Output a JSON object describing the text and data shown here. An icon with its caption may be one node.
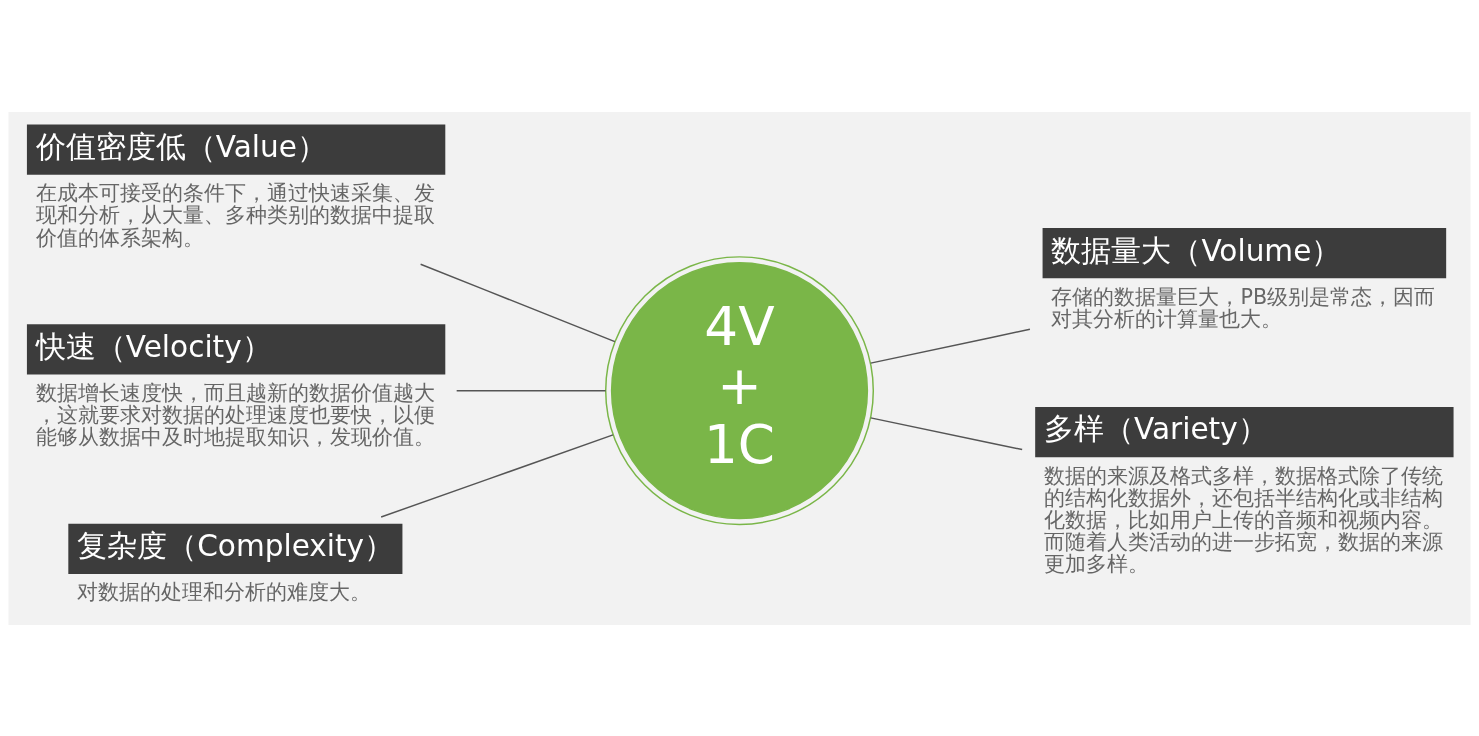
{
  "diagram": {
    "nodes": [
      {
        "text": [
          "价值密度低（Value）",
          "在成本可接受的条件下，通过快速采集、发现和分析，从大量、多种类别的数据中提取价值的体系架构。"
        ]
      },
      {
        "text": [
          "数据量大（Volume）",
          "存储的数据量巨大，PB级别是常态，因而对其分析的计算量也大。"
        ]
      },
      {
        "text": [
          "快速（Velocity）",
          "数据增长速度快，而且越新的数据价值越大，这就要求对数据的处理速度也要快，以便能够从数据中及时地提取知识，发现价值。"
        ]
      },
      {
        "text": [
          "4V",
          "+",
          "1C"
        ]
      },
      {
        "text": [
          "多样（Variety）",
          "数据的来源及格式多样，数据格式除了传统的结构化数据外，还包括半结构化或非结构化数据，比如用户上传的音频和视频内容。而随着人类活动的进一步拓宽，数据的来源更加多样。"
        ]
      },
      {
        "text": [
          "复杂度（Complexity）",
          "对数据的处理和分析的难度大。"
        ]
      }
    ],
    "edges": [
      {
        "from": 0,
        "to": 3,
        "arrow": "none"
      },
      {
        "from": 3,
        "to": 1,
        "arrow": "none"
      },
      {
        "from": 2,
        "to": 3,
        "arrow": "none"
      },
      {
        "from": 3,
        "to": 4,
        "arrow": "none"
      },
      {
        "from": 5,
        "to": 3,
        "arrow": "none"
      }
    ]
  }
}
